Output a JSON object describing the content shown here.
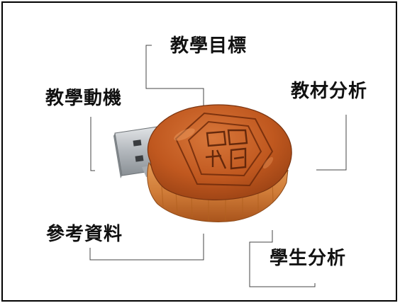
{
  "labels": {
    "teaching_goal": "教學目標",
    "teaching_motivation": "教學動機",
    "material_analysis": "教材分析",
    "reference_material": "參考資料",
    "student_analysis": "學生分析"
  },
  "image": {
    "subject": "mooncake-shaped USB flash drive",
    "colors": {
      "cake_top": "#c7642a",
      "cake_dark": "#8e3b12",
      "cake_side": "#dd8a44",
      "metal": "#bfc3c7"
    }
  }
}
